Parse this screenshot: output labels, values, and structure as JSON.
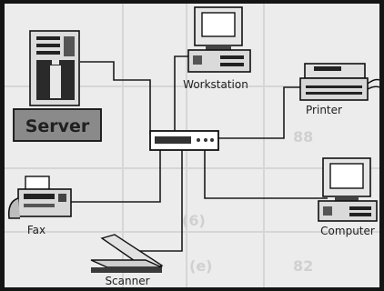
{
  "diagram": {
    "nodes": {
      "server": {
        "label": "Server"
      },
      "workstation": {
        "label": "Workstation"
      },
      "printer": {
        "label": "Printer"
      },
      "computer": {
        "label": "Computer"
      },
      "fax": {
        "label": "Fax"
      },
      "scanner": {
        "label": "Scanner"
      }
    },
    "background_marks": [
      "88",
      "(6)",
      "(e)",
      "82"
    ]
  },
  "colors": {
    "frame": "#151515",
    "background": "#ececec",
    "server_label_bg": "#8a8a8a",
    "line": "#1c1c1c"
  }
}
